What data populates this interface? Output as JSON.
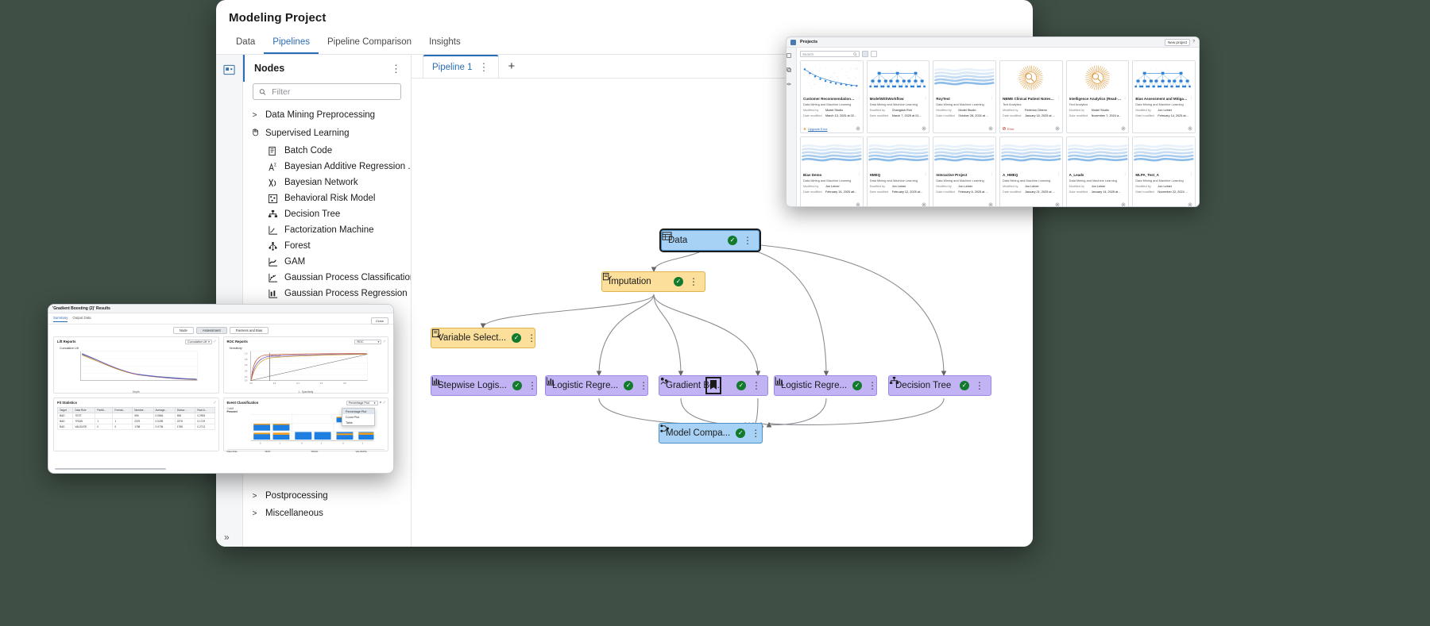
{
  "main_window": {
    "title": "Modeling Project",
    "tabs": [
      {
        "label": "Data",
        "active": false
      },
      {
        "label": "Pipelines",
        "active": true
      },
      {
        "label": "Pipeline Comparison",
        "active": false
      },
      {
        "label": "Insights",
        "active": false
      }
    ],
    "nodes_panel": {
      "header": "Nodes",
      "kebab": "⋮",
      "filter_placeholder": "Filter",
      "groups": [
        {
          "label": "Data Mining Preprocessing",
          "expanded": false,
          "chevron": ">"
        },
        {
          "label": "Supervised Learning",
          "expanded": true,
          "chevron": ""
        },
        {
          "label": "Postprocessing",
          "expanded": false,
          "chevron": ">"
        },
        {
          "label": "Miscellaneous",
          "expanded": false,
          "chevron": ">"
        }
      ],
      "supervised_items": [
        "Batch Code",
        "Bayesian Additive Regression ...",
        "Bayesian Network",
        "Behavioral Risk Model",
        "Decision Tree",
        "Factorization Machine",
        "Forest",
        "GAM",
        "Gaussian Process Classification",
        "Gaussian Process Regression"
      ]
    },
    "canvas": {
      "tab_label": "Pipeline 1",
      "tab_kebab": "⋮",
      "add_label": "+",
      "nodes": [
        {
          "id": "data",
          "label": "Data",
          "color": "blue",
          "selected": true,
          "status": "✓"
        },
        {
          "id": "imputation",
          "label": "Imputation",
          "color": "yellow",
          "status": "✓"
        },
        {
          "id": "varsel",
          "label": "Variable Select...",
          "color": "yellow",
          "status": "✓"
        },
        {
          "id": "stepwise",
          "label": "Stepwise Logis...",
          "color": "purple",
          "status": "✓"
        },
        {
          "id": "logreg1",
          "label": "Logistic Regre...",
          "color": "purple",
          "status": "✓"
        },
        {
          "id": "gboost",
          "label": "Gradient Bo...",
          "color": "purple",
          "status": "✓",
          "badge": "champion"
        },
        {
          "id": "logreg2",
          "label": "Logistic Regre...",
          "color": "purple",
          "status": "✓"
        },
        {
          "id": "dtree",
          "label": "Decision Tree",
          "color": "purple",
          "status": "✓"
        },
        {
          "id": "modelcomp",
          "label": "Model Compa...",
          "color": "blue",
          "status": "✓"
        }
      ]
    }
  },
  "projects_window": {
    "title": "Projects",
    "new_project_label": "New project",
    "search_placeholder": "Search",
    "labels": {
      "modified_by": "Modified by",
      "date_modified": "Date modified"
    },
    "cards": [
      {
        "name": "Customer Recommendation E...",
        "type": "Data Mining and Machine Learning",
        "modified_by": "Model Studio",
        "date": "March 13, 2025 at 02...",
        "status": "Upgrade Error",
        "status_kind": "upgrade",
        "thumb": "scatter-decay"
      },
      {
        "name": "ModelWithWorkflow",
        "type": "Data Mining and Machine Learning",
        "modified_by": "Changduk Roh",
        "date": "March 7, 2025 at 01...",
        "status": "",
        "status_kind": "none",
        "thumb": "tree-flow"
      },
      {
        "name": "RoyTest",
        "type": "Data Mining and Machine Learning",
        "modified_by": "Model Studio",
        "date": "October 28, 2024 at ...",
        "status": "",
        "status_kind": "none",
        "thumb": "waves"
      },
      {
        "name": "NBME Clinical Patient Notes (R...",
        "type": "Text Analytics",
        "modified_by": "Federica Citterio",
        "date": "January 16, 2025 at ...",
        "status": "Error",
        "status_kind": "error",
        "thumb": "radial"
      },
      {
        "name": "Intelligence Analytics (Read-O...",
        "type": "Text Analytics",
        "modified_by": "Model Studio",
        "date": "November 7, 2024 a...",
        "status": "",
        "status_kind": "none",
        "thumb": "radial"
      },
      {
        "name": "Bias Assessment and Mitigation",
        "type": "Data Mining and Machine Learning",
        "modified_by": "Jon Leiner",
        "date": "February 14, 2025 at...",
        "status": "",
        "status_kind": "none",
        "thumb": "tree-flow"
      },
      {
        "name": "Bias Demo",
        "type": "Data Mining and Machine Learning",
        "modified_by": "Jon Leiner",
        "date": "February 14, 2025 att...",
        "status": "",
        "status_kind": "none",
        "thumb": "waves"
      },
      {
        "name": "HMEQ",
        "type": "Data Mining and Machine Learning",
        "modified_by": "Jon Leiner",
        "date": "February 12, 2025 at...",
        "status": "",
        "status_kind": "none",
        "thumb": "waves"
      },
      {
        "name": "Interactive Project",
        "type": "Data Mining and Machine Learning",
        "modified_by": "Jon Leiner",
        "date": "February 6, 2025 at ...",
        "status": "",
        "status_kind": "none",
        "thumb": "waves"
      },
      {
        "name": "A_HMEQ",
        "type": "Data Mining and Machine Learning",
        "modified_by": "Jon Leiner",
        "date": "January 21, 2025 at ...",
        "status": "",
        "status_kind": "none",
        "thumb": "waves"
      },
      {
        "name": "A_Leads",
        "type": "Data Mining and Machine Learning",
        "modified_by": "Jon Leiner",
        "date": "January 14, 2025 at ...",
        "status": "",
        "status_kind": "none",
        "thumb": "waves"
      },
      {
        "name": "MLPA_Test_A",
        "type": "Data Mining and Machine Learning",
        "modified_by": "Jon Leiner",
        "date": "November 22, 2024 ...",
        "status": "",
        "status_kind": "none",
        "thumb": "waves"
      }
    ]
  },
  "results_window": {
    "title": "'Gradient Boosting (2)' Results",
    "tabs": [
      {
        "label": "Summary",
        "active": true
      },
      {
        "label": "Output Data",
        "active": false
      }
    ],
    "segments": [
      {
        "label": "Node",
        "active": false
      },
      {
        "label": "Assessment",
        "active": true
      },
      {
        "label": "Fairness and Bias",
        "active": false
      }
    ],
    "close_label": "Close",
    "lift_card": {
      "title": "Lift Reports",
      "select_value": "Cumulative Lift",
      "y_label": "Cumulative Lift",
      "x_label": "Depth"
    },
    "roc_card": {
      "title": "ROC Reports",
      "select_value": "ROC",
      "y_label": "Sensitivity",
      "x_label": "1 - Specificity",
      "annotation": "KS Cutoff",
      "y_ticks": [
        "1.0",
        "0.8",
        "0.6",
        "0.4",
        "0.2",
        "0.0"
      ],
      "x_ticks": [
        "0.0",
        "0.2",
        "0.4",
        "0.6",
        "0.8"
      ]
    },
    "fit_card": {
      "title": "Fit Statistics",
      "columns": [
        "Target",
        "Data Role",
        "Partiti...",
        "Format...",
        "Number...",
        "Average...",
        "Divisor ...",
        "Root A..."
      ],
      "rows": [
        [
          "BAD",
          "TEST",
          "",
          "",
          "596",
          "0.0846",
          "596",
          "0.2905"
        ],
        [
          "BAD",
          "TRAIN",
          "1",
          "1",
          "2376",
          "0.0295",
          "2376",
          "0.1719"
        ],
        [
          "BAD",
          "VALIDATE",
          "0",
          "0",
          "1788",
          "0.0736",
          "1788",
          "0.2713"
        ]
      ]
    },
    "event_card": {
      "title": "Event Classification",
      "select_value": "Percentage Plot",
      "menu_items": [
        "Percentage Plot",
        "Count Plot",
        "Table"
      ],
      "y_label_top": "Cutoff",
      "y_label": "Percent",
      "x_label_target": "Target",
      "x_label_role": "Data Role",
      "groups": [
        "TEST",
        "TRAIN",
        "VALIDATE"
      ],
      "sub_labels": [
        "0",
        "1",
        "0",
        "1",
        "0",
        "1"
      ]
    }
  }
}
